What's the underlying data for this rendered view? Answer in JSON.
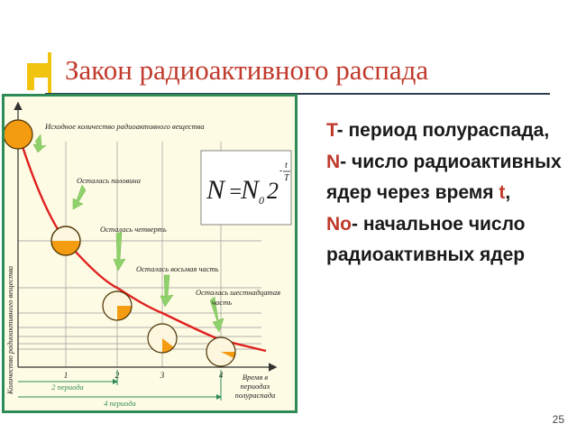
{
  "slide": {
    "title": "Закон радиоактивного распада",
    "page_number": "25",
    "colors": {
      "title": "#c0392b",
      "accent": "#f1c40f",
      "panel_border": "#2e8b57",
      "curve": "#e02020",
      "arrow": "#8fd16a"
    }
  },
  "figure": {
    "captions": {
      "initial": "Исходное количество радиоактивного вещества",
      "half": "Осталась половина",
      "quarter": "Осталась четверть",
      "eighth": "Осталась восьмая часть",
      "sixteenth_1": "Осталась шестнадцатая",
      "sixteenth_2": "часть"
    },
    "y_axis_label": "Количество радиоактивного вещества",
    "x_axis_label": [
      "Время в",
      "периодах",
      "полураспада"
    ],
    "x_ticks": [
      "1",
      "2",
      "3",
      "4"
    ],
    "span_two_periods": "2 периода",
    "span_four_periods": "4 периода",
    "formula": {
      "lhs": "N",
      "eq": "=",
      "n0_base": "N",
      "n0_sub": "0",
      "two": "2",
      "exp_sign": "-",
      "exp_num": "t",
      "exp_den": "T"
    },
    "remaining_fractions": [
      1,
      0.5,
      0.25,
      0.125,
      0.0625
    ]
  },
  "definitions": [
    {
      "symbol": "T",
      "text": "- период полураспада,"
    },
    {
      "symbol": "N",
      "text": "- число радиоактивных ядер через время ",
      "symbol2": "t",
      "text2": ","
    },
    {
      "symbol": "No",
      "text": "- начальное число радиоактивных ядер"
    }
  ]
}
